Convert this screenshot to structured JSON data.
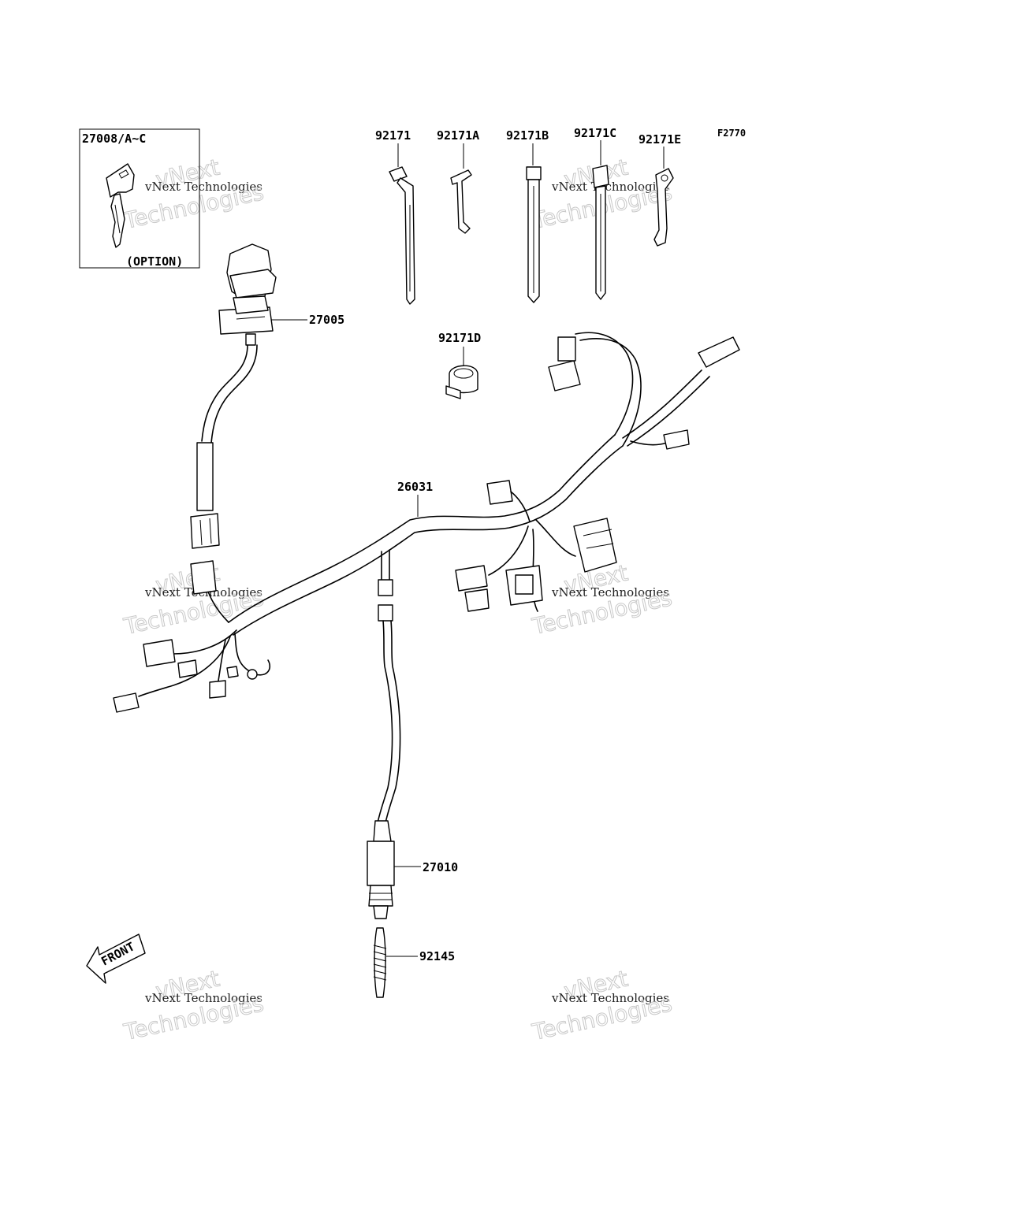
{
  "figure_code": "F2770",
  "callouts": {
    "key": "27008/A~C",
    "key_note": "(OPTION)",
    "ignition_switch": "27005",
    "band_1": "92171",
    "band_a": "92171A",
    "band_b": "92171B",
    "band_c": "92171C",
    "band_e": "92171E",
    "clamp_d": "92171D",
    "main_harness": "26031",
    "neutral_switch": "27010",
    "spring": "92145"
  },
  "front_arrow": "FRONT",
  "watermark": {
    "line1": "vNext",
    "line2": "vNext Technologies",
    "line3": "Technologies"
  }
}
